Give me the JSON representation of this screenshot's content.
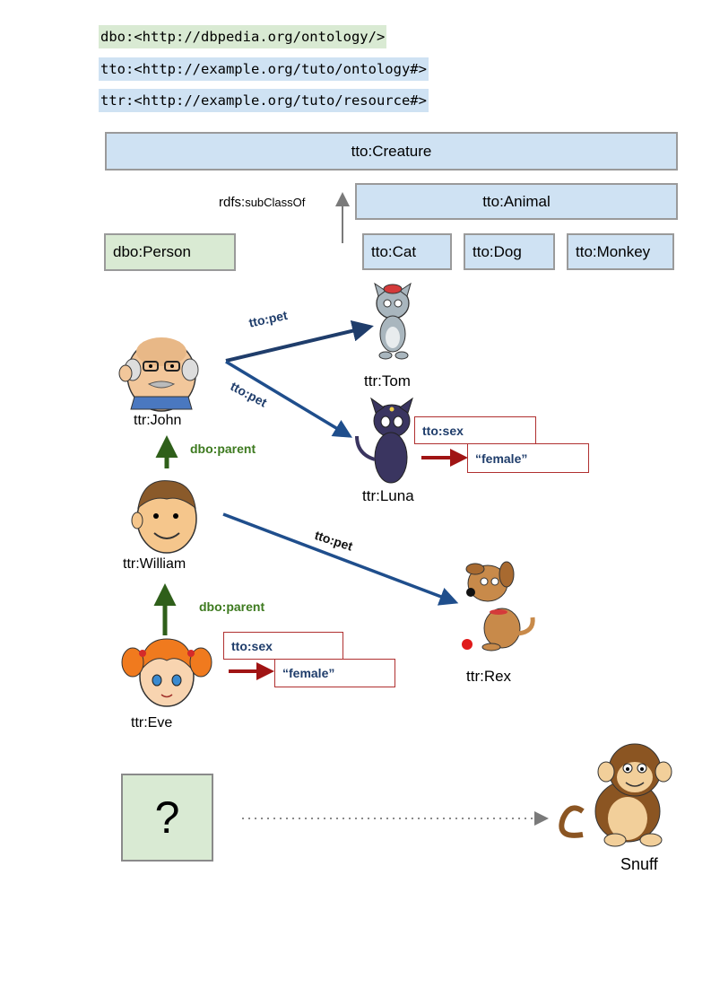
{
  "prefixes": {
    "dbo": "dbo:<http://dbpedia.org/ontology/>",
    "tto": "tto:<http://example.org/tuto/ontology#>",
    "ttr": "ttr:<http://example.org/tuto/resource#>"
  },
  "classes": {
    "creature": "tto:Creature",
    "animal": "tto:Animal",
    "person": "dbo:Person",
    "cat": "tto:Cat",
    "dog": "tto:Dog",
    "monkey": "tto:Monkey"
  },
  "subclass": {
    "prefix": "rdfs:",
    "local": "subClassOf"
  },
  "resources": {
    "john": "ttr:John",
    "william": "ttr:William",
    "eve": "ttr:Eve",
    "tom": "ttr:Tom",
    "luna": "ttr:Luna",
    "rex": "ttr:Rex",
    "snuff": "Snuff"
  },
  "edges": {
    "pet": "tto:pet",
    "parent": "dbo:parent",
    "sex": "tto:sex",
    "female": "“female”"
  },
  "unknown": "?",
  "colors": {
    "class_blue": "#cfe2f3",
    "class_green": "#d9ead3",
    "pet_arrow": "#1f4e8c",
    "parent_arrow": "#2f5f1a",
    "sex_arrow": "#a01414"
  }
}
